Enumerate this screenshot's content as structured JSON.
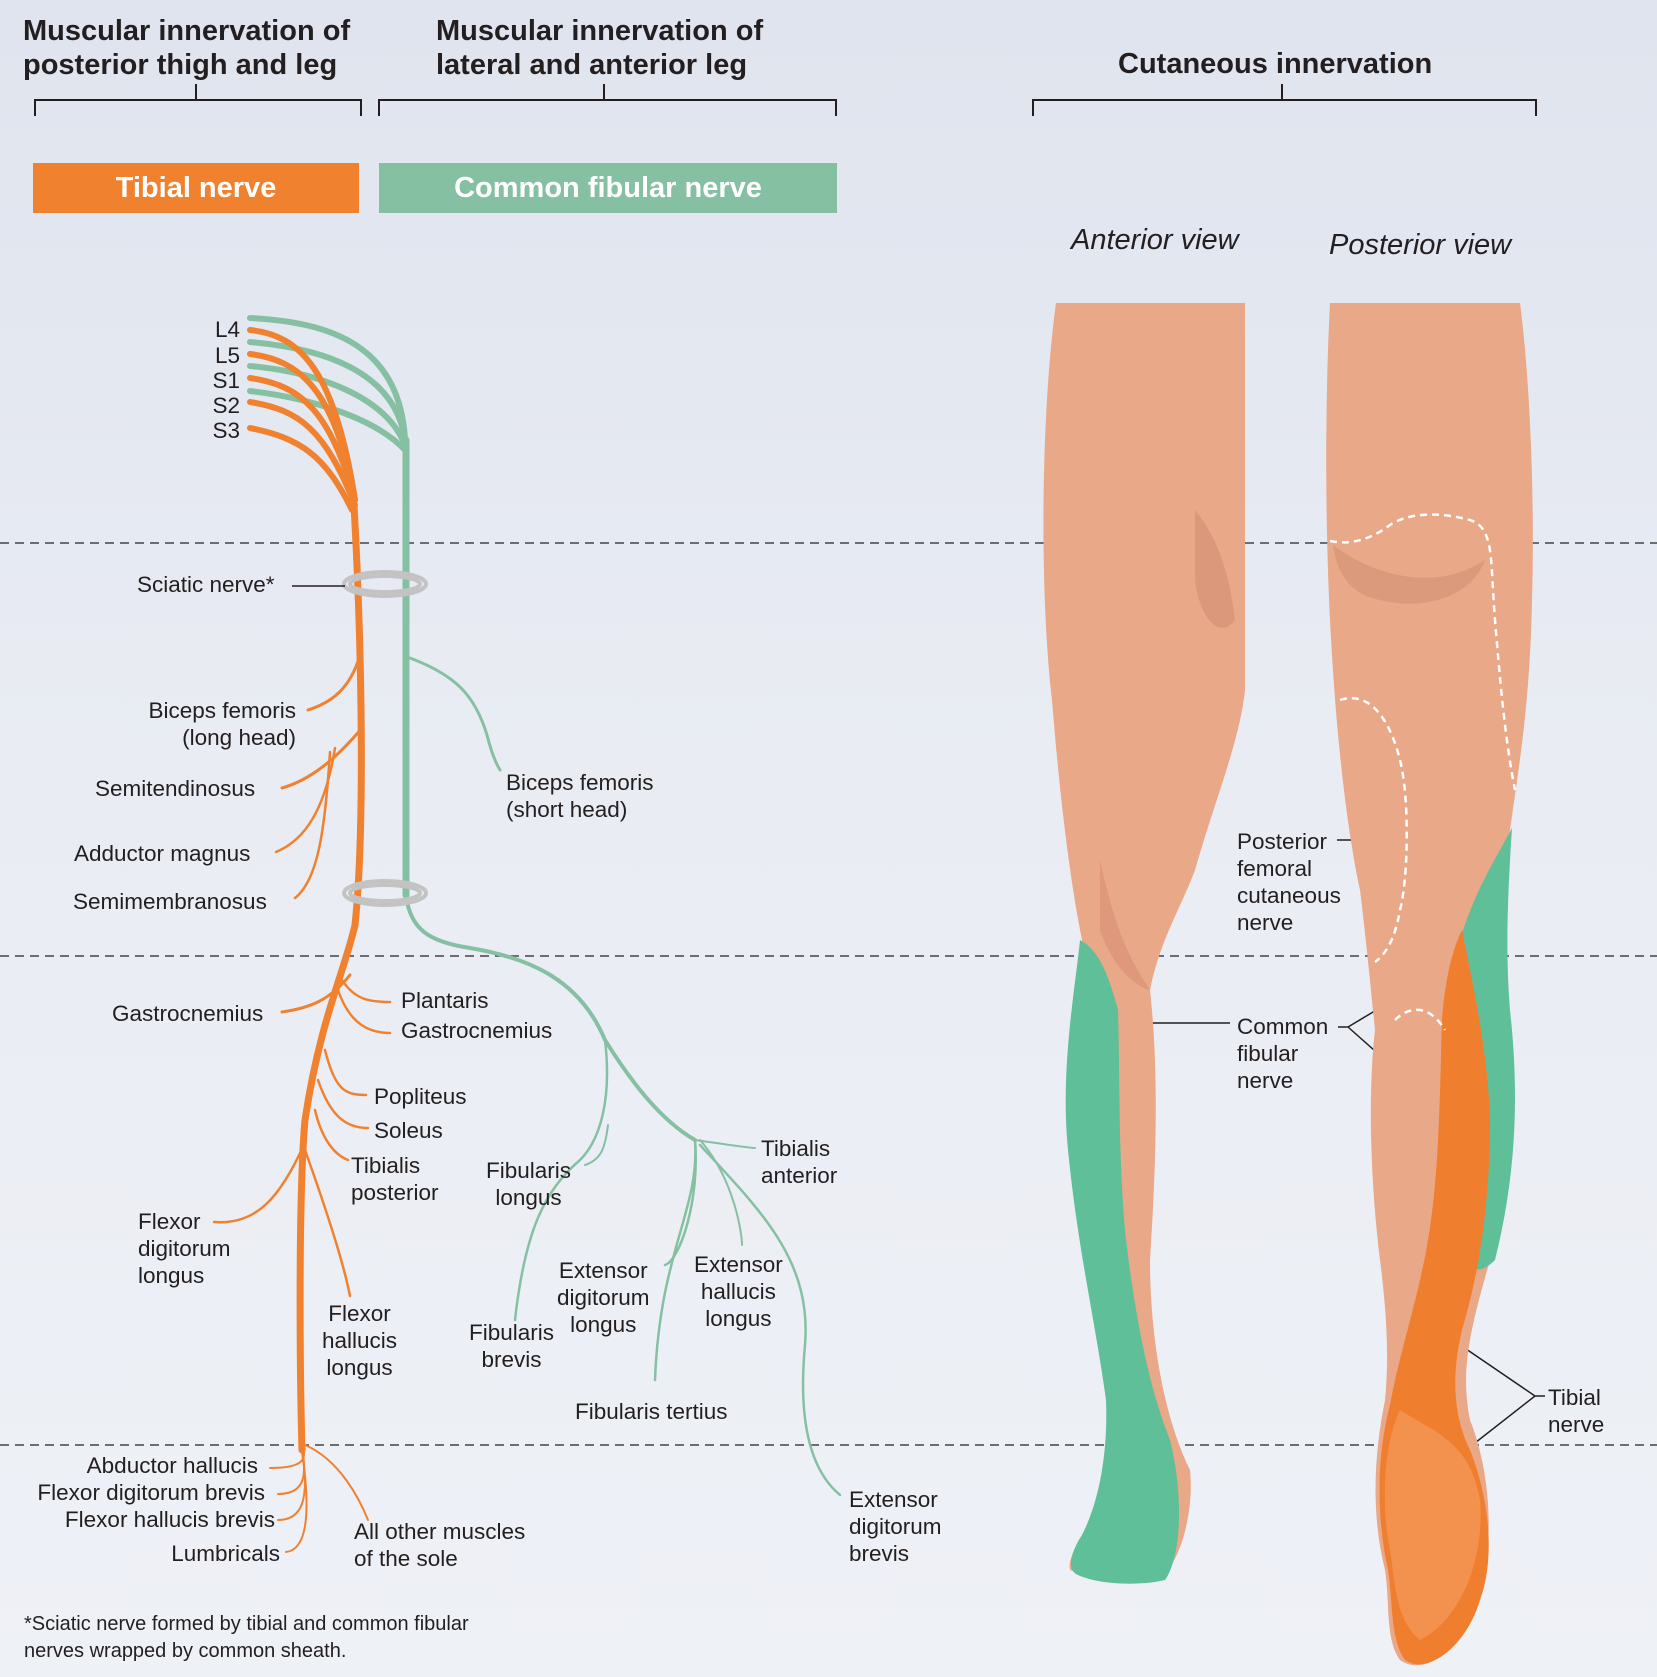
{
  "headers": {
    "posterior": "Muscular innervation of\nposterior thigh and leg",
    "anterior": "Muscular innervation of\nlateral and anterior leg",
    "cutaneous": "Cutaneous innervation"
  },
  "bands": {
    "tibial": "Tibial nerve",
    "fibular": "Common fibular nerve"
  },
  "views": {
    "anterior": "Anterior view",
    "posterior": "Posterior view"
  },
  "roots": [
    "L4",
    "L5",
    "S1",
    "S2",
    "S3"
  ],
  "labels": {
    "sciatic": "Sciatic nerve*",
    "biceps_long": "Biceps femoris\n(long head)",
    "semitendinosus": "Semitendinosus",
    "adductor": "Adductor magnus",
    "semimembranosus": "Semimembranosus",
    "biceps_short": "Biceps femoris\n(short head)",
    "gastroc_left": "Gastrocnemius",
    "plantaris": "Plantaris",
    "gastroc_right": "Gastrocnemius",
    "popliteus": "Popliteus",
    "soleus": "Soleus",
    "tib_post": "Tibialis\nposterior",
    "fdl": "Flexor\ndigitorum\nlongus",
    "fhl": "Flexor\nhallucis\nlongus",
    "fib_longus": "Fibularis\nlongus",
    "tib_ant": "Tibialis\nanterior",
    "edl": "Extensor\ndigitorum\nlongus",
    "ehl": "Extensor\nhallucis\nlongus",
    "fib_brevis": "Fibularis\nbrevis",
    "fib_tertius": "Fibularis tertius",
    "abd_hallucis": "Abductor hallucis",
    "fdb": "Flexor digitorum brevis",
    "fhb": "Flexor hallucis brevis",
    "lumbricals": "Lumbricals",
    "other_sole": "All other muscles\nof the sole",
    "edb": "Extensor\ndigitorum\nbrevis",
    "post_fem": "Posterior\nfemoral\ncutaneous\nnerve",
    "cfn": "Common\nfibular\nnerve",
    "tibial_cut": "Tibial\nnerve"
  },
  "footnote": "*Sciatic nerve formed by tibial and common fibular\nnerves wrapped by common sheath.",
  "colors": {
    "tibial": "#f0812f",
    "fibular": "#86c0a3",
    "skin": "#e9a888"
  }
}
